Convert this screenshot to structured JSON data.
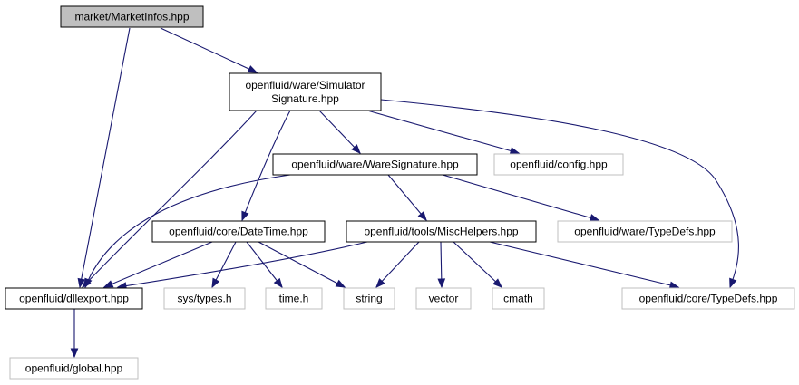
{
  "colors": {
    "edge": "#191970",
    "node_border_documented": "#000000",
    "node_border_external": "#bfbfbf",
    "node_fill": "#ffffff",
    "node_fill_current": "#bfbfbf"
  },
  "nodes": [
    {
      "id": "market",
      "lines": [
        "market/MarketInfos.hpp"
      ],
      "kind": "current"
    },
    {
      "id": "simsig",
      "lines": [
        "openfluid/ware/Simulator",
        "Signature.hpp"
      ],
      "kind": "documented"
    },
    {
      "id": "waresig",
      "lines": [
        "openfluid/ware/WareSignature.hpp"
      ],
      "kind": "documented"
    },
    {
      "id": "config",
      "lines": [
        "openfluid/config.hpp"
      ],
      "kind": "external"
    },
    {
      "id": "datetime",
      "lines": [
        "openfluid/core/DateTime.hpp"
      ],
      "kind": "documented"
    },
    {
      "id": "misc",
      "lines": [
        "openfluid/tools/MiscHelpers.hpp"
      ],
      "kind": "documented"
    },
    {
      "id": "waretypedefs",
      "lines": [
        "openfluid/ware/TypeDefs.hpp"
      ],
      "kind": "external"
    },
    {
      "id": "dllexport",
      "lines": [
        "openfluid/dllexport.hpp"
      ],
      "kind": "documented"
    },
    {
      "id": "systypes",
      "lines": [
        "sys/types.h"
      ],
      "kind": "external"
    },
    {
      "id": "timeh",
      "lines": [
        "time.h"
      ],
      "kind": "external"
    },
    {
      "id": "string",
      "lines": [
        "string"
      ],
      "kind": "external"
    },
    {
      "id": "vector",
      "lines": [
        "vector"
      ],
      "kind": "external"
    },
    {
      "id": "cmath",
      "lines": [
        "cmath"
      ],
      "kind": "external"
    },
    {
      "id": "coretypedefs",
      "lines": [
        "openfluid/core/TypeDefs.hpp"
      ],
      "kind": "external"
    },
    {
      "id": "global",
      "lines": [
        "openfluid/global.hpp"
      ],
      "kind": "external"
    }
  ],
  "edges": [
    {
      "from": "market",
      "to": "simsig"
    },
    {
      "from": "market",
      "to": "dllexport"
    },
    {
      "from": "simsig",
      "to": "dllexport"
    },
    {
      "from": "simsig",
      "to": "datetime"
    },
    {
      "from": "simsig",
      "to": "waresig"
    },
    {
      "from": "simsig",
      "to": "config"
    },
    {
      "from": "simsig",
      "to": "coretypedefs"
    },
    {
      "from": "waresig",
      "to": "dllexport"
    },
    {
      "from": "waresig",
      "to": "misc"
    },
    {
      "from": "waresig",
      "to": "waretypedefs"
    },
    {
      "from": "datetime",
      "to": "dllexport"
    },
    {
      "from": "datetime",
      "to": "systypes"
    },
    {
      "from": "datetime",
      "to": "timeh"
    },
    {
      "from": "datetime",
      "to": "string"
    },
    {
      "from": "misc",
      "to": "dllexport"
    },
    {
      "from": "misc",
      "to": "string"
    },
    {
      "from": "misc",
      "to": "vector"
    },
    {
      "from": "misc",
      "to": "cmath"
    },
    {
      "from": "misc",
      "to": "coretypedefs"
    },
    {
      "from": "dllexport",
      "to": "global"
    }
  ]
}
